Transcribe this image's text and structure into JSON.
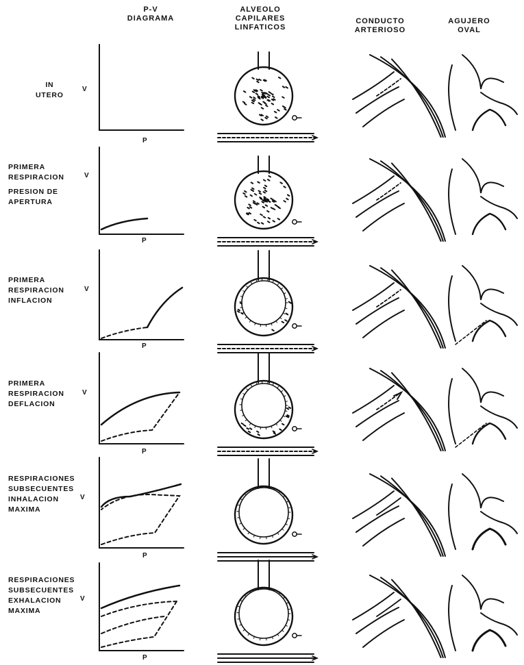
{
  "headers": {
    "pv": "P-V\nDIAGRAMA",
    "alveolo": "ALVEOLO\nCAPILARES\nLINFATICOS",
    "conducto": "CONDUCTO\nARTERIOSO",
    "agujero": "AGUJERO\nOVAL"
  },
  "axes": {
    "v": "V",
    "p": "P"
  },
  "rows": [
    {
      "label": [
        "IN",
        "UTERO"
      ],
      "curve": "none"
    },
    {
      "label": [
        "PRIMERA",
        "RESPIRACION",
        "PRESION DE",
        "APERTURA"
      ],
      "curve": "opening"
    },
    {
      "label": [
        "PRIMERA",
        "RESPIRACION",
        "INFLACION"
      ],
      "curve": "inflation"
    },
    {
      "label": [
        "PRIMERA",
        "RESPIRACION",
        "DEFLACION"
      ],
      "curve": "deflation"
    },
    {
      "label": [
        "RESPIRACIONES",
        "SUBSECUENTES",
        "INHALACION",
        "MAXIMA"
      ],
      "curve": "inhalation"
    },
    {
      "label": [
        "RESPIRACIONES",
        "SUBSECUENTES",
        "EXHALACION",
        "MAXIMA"
      ],
      "curve": "exhalation"
    }
  ]
}
